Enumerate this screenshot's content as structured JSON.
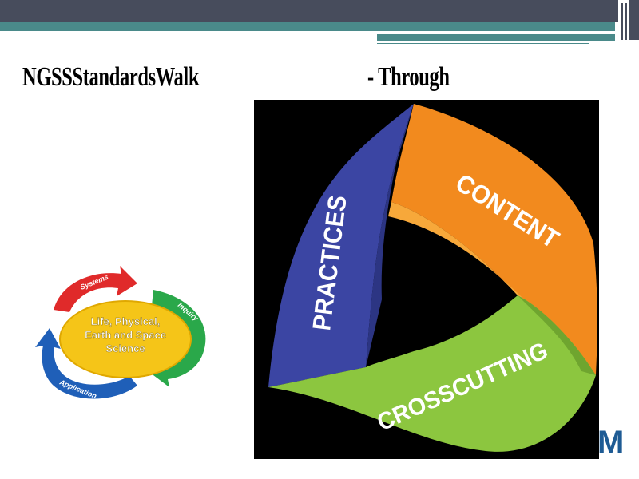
{
  "title": {
    "left": "NGSSStandardsWalk",
    "right": "- Through"
  },
  "triangle": {
    "practices": "PRACTICES",
    "content": "CONTENT",
    "crosscutting": "CROSSCUTTING",
    "colors": {
      "practices": "#3b45a3",
      "content": "#f28a1e",
      "crosscutting": "#8cc63f"
    }
  },
  "cycle": {
    "center_line1": "Life, Physical,",
    "center_line2": "Earth and Space",
    "center_line3": "Science",
    "arrow_top": "Systems",
    "arrow_right": "Inquiry",
    "arrow_bottom": "Application"
  },
  "logo": {
    "letter": "M"
  }
}
